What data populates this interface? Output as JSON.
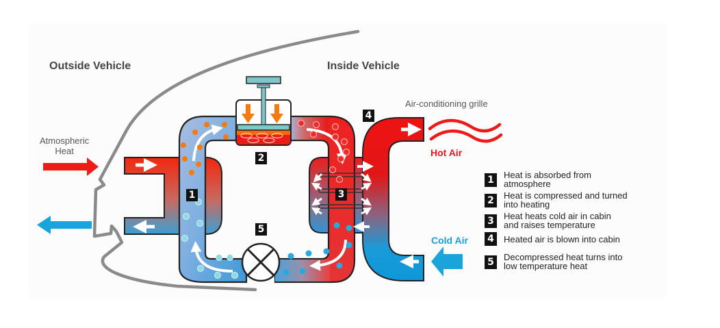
{
  "title": "Heat pump operating principle in a vehicle",
  "regions": {
    "outside": "Outside Vehicle",
    "inside": "Inside Vehicle"
  },
  "labels": {
    "atmospheric_heat": "Atmospheric\nHeat",
    "grille": "Air-conditioning grille",
    "hot_air": "Hot Air",
    "cold_air": "Cold Air"
  },
  "colors": {
    "hot": "#e8141c",
    "cold": "#1aa0d8",
    "outline": "#2a2a2a",
    "vehicle_body": "#8a8a8a",
    "piston": "#7cc6cc",
    "compress_arrow": "#f47a12",
    "orange_dot": "#f47a12",
    "cyan_dot": "#8fd8e0"
  },
  "markers": [
    {
      "id": "1",
      "stage": "evaporator"
    },
    {
      "id": "2",
      "stage": "compressor"
    },
    {
      "id": "3",
      "stage": "condenser"
    },
    {
      "id": "4",
      "stage": "air outlet"
    },
    {
      "id": "5",
      "stage": "expansion valve"
    }
  ],
  "legend": [
    {
      "num": "1",
      "text": "Heat is absorbed from\natmosphere"
    },
    {
      "num": "2",
      "text": "Heat is compressed and turned\ninto heating"
    },
    {
      "num": "3",
      "text": "Heat heats cold air in cabin\nand raises temperature"
    },
    {
      "num": "4",
      "text": "Heated air is blown into cabin"
    },
    {
      "num": "5",
      "text": "Decompressed heat turns into\nlow temperature heat"
    }
  ]
}
